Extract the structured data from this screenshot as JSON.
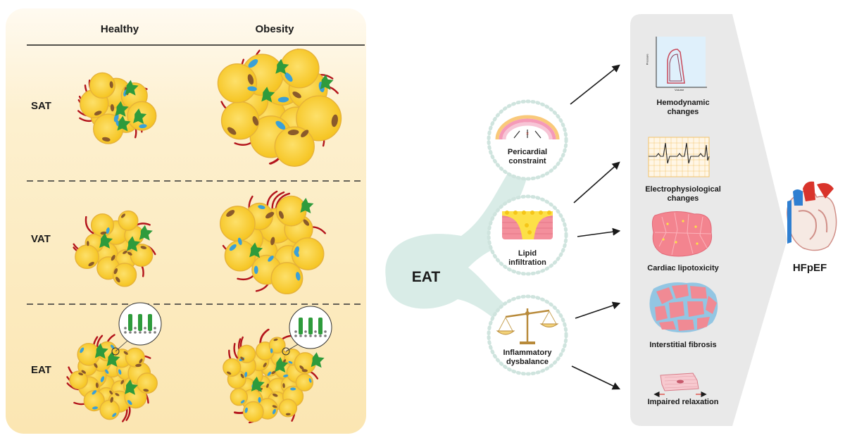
{
  "columns": {
    "healthy": "Healthy",
    "obesity": "Obesity"
  },
  "rows": {
    "sat": "SAT",
    "vat": "VAT",
    "eat": "EAT"
  },
  "center_label": "EAT",
  "mechanisms": [
    {
      "line1": "Pericardial",
      "line2": "constraint",
      "icon": "rainbow-pressure-icon"
    },
    {
      "line1": "Lipid",
      "line2": "infiltration",
      "icon": "lipid-tissue-icon"
    },
    {
      "line1": "Inflammatory",
      "line2": "dysbalance",
      "icon": "balance-scale-icon"
    }
  ],
  "outcomes": [
    {
      "line1": "Hemodynamic",
      "line2": "changes",
      "icon": "pv-loop-chart-icon"
    },
    {
      "line1": "Electrophysiological",
      "line2": "changes",
      "icon": "ecg-trace-icon"
    },
    {
      "line1": "Cardiac lipotoxicity",
      "line2": "",
      "icon": "lipid-myocytes-icon"
    },
    {
      "line1": "Interstitial fibrosis",
      "line2": "",
      "icon": "fibrosis-tissue-icon"
    },
    {
      "line1": "Impaired relaxation",
      "line2": "",
      "icon": "myocyte-relaxation-icon"
    }
  ],
  "pv_axes": {
    "y": "Pressure",
    "x": "Volume"
  },
  "result": "HFpEF",
  "colors": {
    "panel_bg": "#fbe9b8",
    "fat_cell": "#fcd233",
    "nucleus_brown": "#8a5a2b",
    "nucleus_blue": "#3aa0d8",
    "vessel": "#b3141b",
    "macrophage": "#2e9b3c",
    "eat_blob": "#d9ece7",
    "outcome_band": "#e9e9e9",
    "tissue_pink": "#f08a94"
  }
}
